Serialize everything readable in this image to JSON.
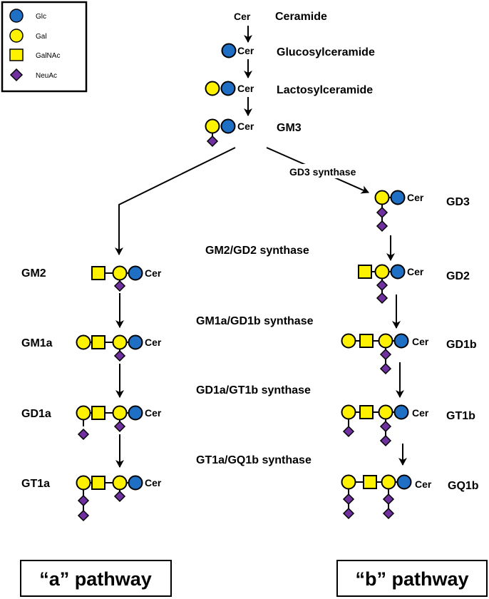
{
  "legend": {
    "items": [
      {
        "shape": "circle",
        "color": "#1F6FC5",
        "label": "Glc"
      },
      {
        "shape": "circle",
        "color": "#FFF200",
        "label": "Gal"
      },
      {
        "shape": "square",
        "color": "#FFF200",
        "label": "GalNAc"
      },
      {
        "shape": "diamond",
        "color": "#7030A0",
        "label": "NeuAc"
      }
    ]
  },
  "ceramide_label": "Cer",
  "top": {
    "ceramide": "Ceramide",
    "glucosylceramide": "Glucosylceramide",
    "lactosylceramide": "Lactosylceramide",
    "gm3": "GM3"
  },
  "enzymes": {
    "gd3_synthase": "GD3 synthase",
    "gm2_gd2_synthase": "GM2/GD2 synthase",
    "gm1a_gd1b_synthase": "GM1a/GD1b synthase",
    "gd1a_gt1b_synthase": "GD1a/GT1b synthase",
    "gt1a_gq1b_synthase": "GT1a/GQ1b synthase"
  },
  "a_pathway": {
    "gm2": "GM2",
    "gm1a": "GM1a",
    "gd1a": "GD1a",
    "gt1a": "GT1a",
    "title": "“a” pathway"
  },
  "b_pathway": {
    "gd3": "GD3",
    "gd2": "GD2",
    "gd1b": "GD1b",
    "gt1b": "GT1b",
    "gq1b": "GQ1b",
    "title": "“b” pathway"
  },
  "colors": {
    "glc": "#1F6FC5",
    "gal": "#FFF200",
    "galnac": "#FFF200",
    "neuac": "#7030A0",
    "outline": "#000000"
  },
  "icons": {
    "glc": "blue-circle-icon",
    "gal": "yellow-circle-icon",
    "galnac": "yellow-square-icon",
    "neuac": "purple-diamond-icon"
  }
}
